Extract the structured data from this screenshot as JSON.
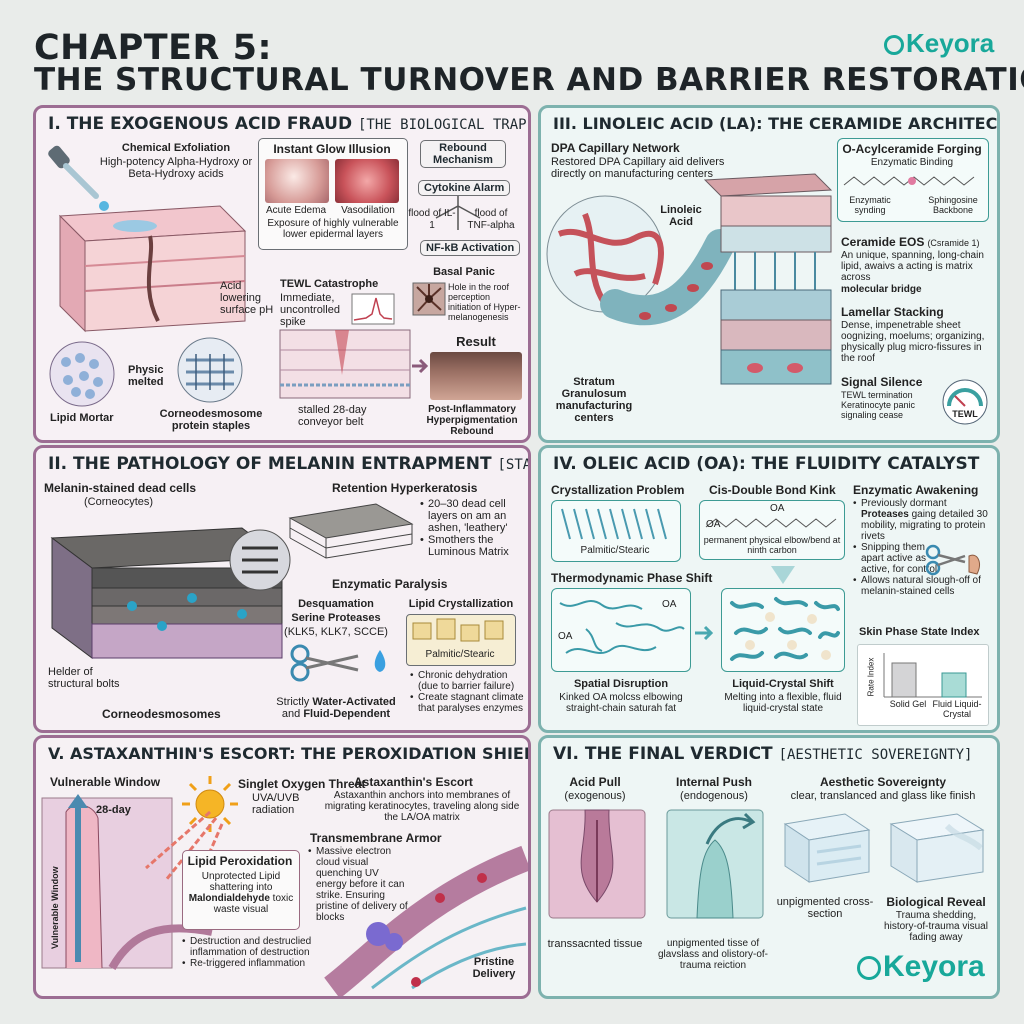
{
  "header": {
    "title_line1": "CHAPTER 5:",
    "title_line2": "THE STRUCTURAL TURNOVER AND BARRIER RESTORATION",
    "logo_text": "Keyora"
  },
  "colors": {
    "accent_teal": "#18a89a",
    "panel_purple": "#9c6d93",
    "panel_teal": "#7db2ae"
  },
  "panel1": {
    "title": "I. THE EXOGENOUS ACID FRAUD",
    "title_tag": "[THE BIOLOGICAL TRAP]",
    "warning_icon": "warning-triangle-icon",
    "chem_title": "Chemical Exfoliation",
    "chem_text": "High-potency Alpha-Hydroxy or Beta-Hydroxy acids",
    "glow_title": "Instant Glow Illusion",
    "glow_left": "Acute Edema",
    "glow_right": "Vasodilation",
    "glow_caption": "Exposure of highly vulnerable lower epidermal layers",
    "rebound_title": "Rebound Mechanism",
    "cytokine": "Cytokine Alarm",
    "flood_il1": "flood of IL-1",
    "flood_tnf": "flood of TNF-alpha",
    "nfkb": "NF-kB Activation",
    "basal_title": "Basal Panic",
    "basal_text": "Hole in the roof perception initiation of Hyper-melanogenesis",
    "acid_label": "Acid lowering surface pH",
    "tewl_title": "TEWL Catastrophe",
    "tewl_text": "Immediate, uncontrolled spike",
    "result_title": "Result",
    "result_text": "Post-Inflammatory Hyperpigmentation Rebound",
    "physic": "Physic melted",
    "lipid_mortar": "Lipid Mortar",
    "staples": "Corneodesmosome protein staples",
    "stalled": "stalled 28-day conveyor belt"
  },
  "panel3": {
    "title": "III. LINOLEIC ACID (LA): THE CERAMIDE ARCHITECT",
    "dpa_title": "DPA Capillary Network",
    "dpa_text": "Restored DPA Capillary aid delivers directly on manufacturing centers",
    "la_label": "Linoleic Acid",
    "forging_title": "O-Acylceramide Forging",
    "forging_sub": "Enzymatic Binding",
    "enz_syn": "Enzymatic synding",
    "sphingo": "Sphingosine Backbone",
    "eos_title": "Ceramide EOS",
    "eos_paren": "(Csramide 1)",
    "eos_text": "An unique, spanning, long-chain lipid, awaivs a acting is matrix across",
    "eos_bold": "molecular bridge",
    "lamellar_title": "Lamellar Stacking",
    "lamellar_text": "Dense, impenetrable sheet oognizing, moelums; organizing, physically plug micro-fissures in the roof",
    "signal_title": "Signal Silence",
    "signal_text1": "TEWL termination",
    "signal_text2": "Keratinocyte panic signaling cease",
    "gauge_label": "TEWL",
    "stratum": "Stratum Granulosum manufacturing centers"
  },
  "panel2": {
    "title": "II. THE PATHOLOGY OF MELANIN ENTRAPMENT",
    "title_tag": "[STAGNATION]",
    "melanin_title": "Melanin-stained dead cells",
    "melanin_sub": "(Corneocytes)",
    "retention_title": "Retention Hyperkeratosis",
    "retention_b1": "20–30 dead cell layers on am an ashen, 'leathery'",
    "retention_b2": "Smothers the Luminous Matrix",
    "paralysis_title": "Enzymatic Paralysis",
    "desq_title": "Desquamation",
    "serine_title": "Serine Proteases",
    "serine_list": "(KLK5, KLK7, SCCE)",
    "crystal_title": "Lipid Crystallization",
    "palmitic": "Palmitic/Stearic",
    "chronic": "Chronic dehydration (due to barrier failure)",
    "stagnant": "Create stagnant climate that paralyses enzymes",
    "water_line1a": "Strictly ",
    "water_line1b": "Water-Activated",
    "water_line2a": "and ",
    "water_line2b": "Fluid-Dependent",
    "helder": "Helder of structural bolts",
    "desmo": "Corneodesmosomes"
  },
  "panel4": {
    "title": "IV. OLEIC ACID (OA): THE FLUIDITY CATALYST",
    "crys_title": "Crystallization Problem",
    "crys_label": "Palmitic/Stearic",
    "kink_title": "Cis-Double Bond Kink",
    "kink_oa1": "OA",
    "kink_oa2": "OA",
    "kink_text": "permanent physical elbow/bend at ninth carbon",
    "awaken_title": "Enzymatic Awakening",
    "awaken_b1a": "Previously dormant ",
    "awaken_b1b": "Proteases",
    "awaken_b1c": " gaing detailed 30 mobility, migrating to protein rivets",
    "awaken_b2": "Snipping them apart active as active, for control",
    "awaken_b3": "Allows natural slough-off of melanin-stained cells",
    "thermo_title": "Thermodynamic Phase Shift",
    "oa_a": "OA",
    "oa_b": "OA",
    "spatial_title": "Spatial Disruption",
    "spatial_text": "Kinked OA molcss elbowing straight-chain saturah fat",
    "lc_title": "Liquid-Crystal Shift",
    "lc_text": "Melting into a flexible, fluid liquid-crystal state",
    "index_title": "Skin Phase State Index",
    "index_ylabel": "Rate Index",
    "bar1_label": "Solid Gel",
    "bar2_label": "Fluid Liquid-Crystal"
  },
  "panel5": {
    "title": "V. ASTAXANTHIN'S ESCORT: THE PEROXIDATION SHIELD",
    "vuln_title": "Vulnerable Window",
    "days": "28-day",
    "vuln_axis": "Vulnerable Window",
    "singlet_title": "Singlet Oxygen Threat",
    "singlet_text": "UVA/UVB radiation",
    "escort_title": "Astaxanthin's Escort",
    "escort_text": "Astaxanthin anchors into membranes of migrating keratinocytes, traveling along side the LA/OA matrix",
    "lipidperox_title": "Lipid Peroxidation",
    "lipidperox_text1": "Unprotected Lipid shattering into ",
    "lipidperox_bold": "Malondialdehyde",
    "lipidperox_text2": " toxic waste visual",
    "armor_title": "Transmembrane Armor",
    "armor_text": "Massive electron cloud visual quenching UV energy before it can strike. Ensuring pristine of delivery of blocks",
    "destruction": "Destruction and destruclied inflammation of destruction",
    "retrigger": "Re-triggered inflammation",
    "pristine": "Pristine Delivery"
  },
  "panel6": {
    "title": "VI. THE FINAL VERDICT",
    "title_tag": "[AESTHETIC SOVEREIGNTY]",
    "pull_title": "Acid Pull",
    "pull_sub": "(exogenous)",
    "pull_caption": "transsacnted tissue",
    "push_title": "Internal Push",
    "push_sub": "(endogenous)",
    "push_caption": "unpigmented tisse of glavslass and olistory-of-trauma reiction",
    "sov_title": "Aesthetic Sovereignty",
    "sov_text": "clear, translanced and glass like finish",
    "unpig_caption": "unpigmented cross-section",
    "reveal_title": "Biological Reveal",
    "reveal_text": "Trauma shedding, history-of-trauma visual fading away"
  },
  "footer": {
    "logo_text": "Keyora"
  }
}
